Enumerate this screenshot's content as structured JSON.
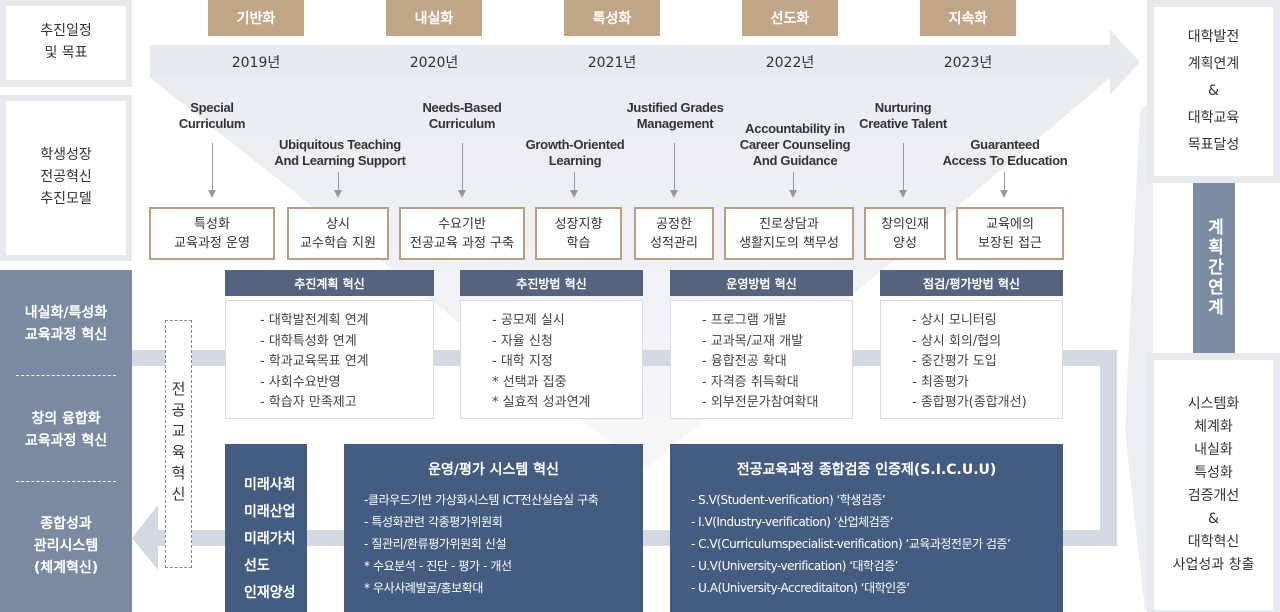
{
  "left_labels": {
    "schedule": "추진일정\n및 목표",
    "model": "학생성장\n전공혁신\n추진모델"
  },
  "stages": [
    "기반화",
    "내실화",
    "특성화",
    "선도화",
    "지속화"
  ],
  "years": [
    "2019년",
    "2020년",
    "2021년",
    "2022년",
    "2023년"
  ],
  "keywords": [
    {
      "en": "Special\nCurriculum",
      "ko": "특성화\n교육과정 운영"
    },
    {
      "en": "Ubiquitous Teaching\nAnd Learning Support",
      "ko": "상시\n교수학습 지원"
    },
    {
      "en": "Needs-Based\nCurriculum",
      "ko": "수요기반\n전공교육 과정 구축"
    },
    {
      "en": "Growth-Oriented\nLearning",
      "ko": "성장지향\n학습"
    },
    {
      "en": "Justified Grades\nManagement",
      "ko": "공정한\n성적관리"
    },
    {
      "en": "Accountability in\nCareer Counseling\nAnd Guidance",
      "ko": "진로상담과\n생활지도의 책무성"
    },
    {
      "en": "Nurturing\nCreative Talent",
      "ko": "창의인재\n양성"
    },
    {
      "en": "Guaranteed\nAccess To Education",
      "ko": "교육에의\n보장된 접근"
    }
  ],
  "right": {
    "top": "대학발전\n계획연계\n&\n대학교육\n목표달성",
    "link": "계획간연계",
    "bottom": "시스템화\n체계화\n내실화\n특성화\n검증개선\n&\n대학혁신\n사업성과 창출"
  },
  "left_panel": [
    "내실화/특성화\n교육과정 혁신",
    "창의 융합화\n교육과정 혁신",
    "종합성과\n관리시스템\n(체계혁신)"
  ],
  "major_innovation": "전공교육혁신",
  "innovations": [
    {
      "title": "추진계획 혁신",
      "items": [
        "- 대학발전계획 연계",
        "- 대학특성화 연계",
        "- 학과교육목표 연계",
        "- 사회수요반영",
        "- 학습자 만족제고"
      ]
    },
    {
      "title": "추진방법 혁신",
      "items": [
        "- 공모제 실시",
        "- 자율 신청",
        "- 대학 지정",
        "* 선택과 집중",
        "* 실효적 성과연계"
      ]
    },
    {
      "title": "운영방법 혁신",
      "items": [
        "- 프로그램 개발",
        "- 교과목/교재 개발",
        "- 융합전공 확대",
        "- 자격증 취득확대",
        "- 외부전문가참여확대"
      ]
    },
    {
      "title": "점검/평가방법 혁신",
      "items": [
        "- 상시 모니터링",
        "- 상시 회의/협의",
        "- 중간평가 도입",
        "- 최종평가",
        "- 종합평가(종합개선)"
      ]
    }
  ],
  "future": [
    "미래사회",
    "미래산업",
    "미래가치",
    "선도",
    "인재양성"
  ],
  "ops_system": {
    "title": "운영/평가 시스템 혁신",
    "items": [
      "-클라우드기반 가상화시스템 ICT전산실습실 구축",
      "- 특성화관련 각종평가위원회",
      "- 질관리/환류평가위원회 신설",
      "* 수요분석 - 진단 - 평가 - 개선",
      "* 우사사례발굴/홍보확대"
    ]
  },
  "sicuu": {
    "title": "전공교육과정 종합검증 인증제(S.I.C.U.U)",
    "items": [
      "- S.V(Student-verification) ‘학생검증’",
      "- I.V(Industry-verification) ‘산업체검증’",
      "- C.V(Curriculumspecialist-verification) ‘교육과정전문가 검증’",
      "- U.V(University-verification) ‘대학검증’",
      "- U.A(University-Accreditaiton) ‘대학인증’"
    ]
  },
  "colors": {
    "stage": "#c0a587",
    "header": "#56637e",
    "dark": "#435c80",
    "left_panel": "#7a8ba1",
    "link_bar": "#7a8ba1",
    "keyword_border": "#b89e82"
  }
}
